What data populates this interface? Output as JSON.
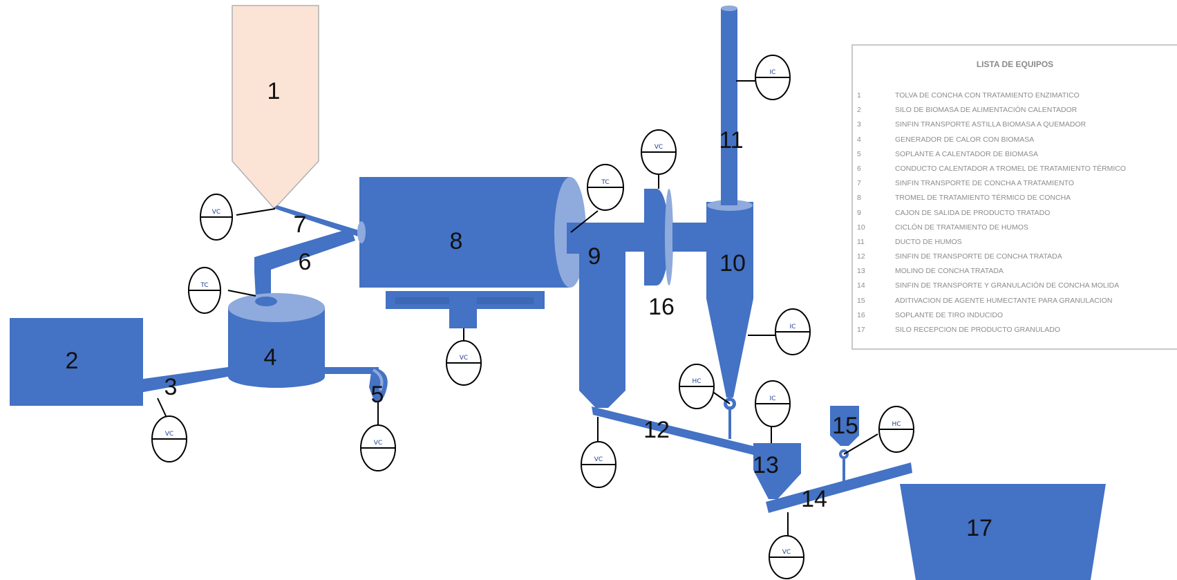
{
  "colors": {
    "equipment": "#4472c4",
    "equipment_light": "#8faadc",
    "hopper": "#fbe3d6",
    "line": "#000000"
  },
  "equipment_labels": [
    "1",
    "2",
    "3",
    "4",
    "5",
    "6",
    "7",
    "8",
    "9",
    "10",
    "11",
    "12",
    "13",
    "14",
    "15",
    "16",
    "17"
  ],
  "instruments": {
    "vc": "VC",
    "tc": "TC",
    "hc": "HC",
    "ic": "IC"
  },
  "legend": {
    "title": "LISTA DE EQUIPOS",
    "items": [
      {
        "num": "1",
        "text": "TOLVA DE CONCHA CON TRATAMIENTO ENZIMATICO"
      },
      {
        "num": "2",
        "text": "SILO DE BIOMASA DE ALIMENTACIÓN CALENTADOR"
      },
      {
        "num": "3",
        "text": "SINFIN TRANSPORTE ASTILLA BIOMASA A QUEMADOR"
      },
      {
        "num": "4",
        "text": "GENERADOR DE CALOR CON BIOMASA"
      },
      {
        "num": "5",
        "text": "SOPLANTE A CALENTADOR DE BIOMASA"
      },
      {
        "num": "6",
        "text": "CONDUCTO CALENTADOR A TROMEL DE TRATAMIENTO TÉRMICO"
      },
      {
        "num": "7",
        "text": "SINFIN TRANSPORTE DE CONCHA A TRATAMIENTO"
      },
      {
        "num": "8",
        "text": "TROMEL DE TRATAMIENTO TÉRMICO DE CONCHA"
      },
      {
        "num": "9",
        "text": "CAJON DE SALIDA DE PRODUCTO TRATADO"
      },
      {
        "num": "10",
        "text": "CICLÓN DE TRATAMIENTO DE HUMOS"
      },
      {
        "num": "11",
        "text": "DUCTO DE HUMOS"
      },
      {
        "num": "12",
        "text": "SINFIN DE TRANSPORTE DE CONCHA TRATADA"
      },
      {
        "num": "13",
        "text": "MOLINO DE CONCHA TRATADA"
      },
      {
        "num": "14",
        "text": "SINFIN DE TRANSPORTE Y GRANULACIÓN DE CONCHA MOLIDA"
      },
      {
        "num": "15",
        "text": "ADITIVACION DE AGENTE HUMECTANTE PARA GRANULACION"
      },
      {
        "num": "16",
        "text": "SOPLANTE DE TIRO INDUCIDO"
      },
      {
        "num": "17",
        "text": "SILO RECEPCION DE PRODUCTO GRANULADO"
      }
    ]
  }
}
